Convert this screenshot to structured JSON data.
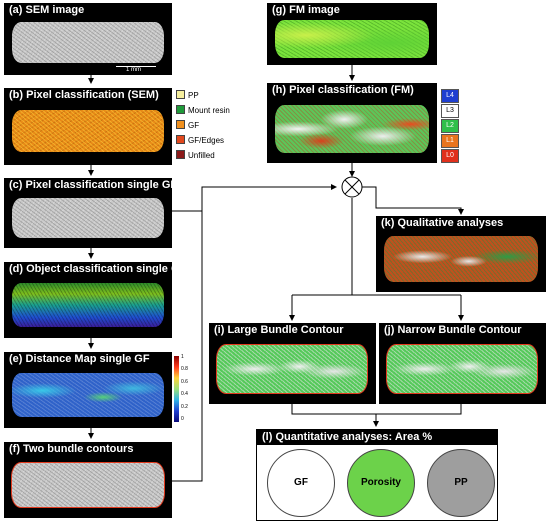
{
  "panels": {
    "a": {
      "title": "(a) SEM image",
      "scale_bar": "1 mm"
    },
    "b": {
      "title": "(b) Pixel classification (SEM)"
    },
    "c": {
      "title": "(c) Pixel classification single GF"
    },
    "d": {
      "title": "(d) Object classification single GF"
    },
    "e": {
      "title": "(e) Distance Map single GF"
    },
    "f": {
      "title": "(f) Two bundle contours"
    },
    "g": {
      "title": "(g) FM image"
    },
    "h": {
      "title": "(h) Pixel classification (FM)"
    },
    "k": {
      "title": "(k) Qualitative analyses"
    },
    "i": {
      "title": "(i) Large Bundle Contour"
    },
    "j": {
      "title": "(j) Narrow Bundle Contour"
    },
    "l": {
      "title": "(l) Quantitative analyses: Area %"
    }
  },
  "legend_sem": [
    {
      "label": "PP",
      "color": "#f6ef9e"
    },
    {
      "label": "Mount resin",
      "color": "#1f9a3a"
    },
    {
      "label": "GF",
      "color": "#f0901e"
    },
    {
      "label": "GF/Edges",
      "color": "#e2481d"
    },
    {
      "label": "Unfilled",
      "color": "#8c1a1a"
    }
  ],
  "legend_fm": [
    {
      "label": "L4",
      "color": "#1f3fd0"
    },
    {
      "label": "L3",
      "color": "#ffffff"
    },
    {
      "label": "L2",
      "color": "#2fbf4a"
    },
    {
      "label": "L1",
      "color": "#e8741e"
    },
    {
      "label": "L0",
      "color": "#e0301c"
    }
  ],
  "colorbar_ticks": [
    "1",
    "0.8",
    "0.6",
    "0.4",
    "0.2",
    "0"
  ],
  "circles": [
    {
      "label": "GF",
      "color": "#ffffff"
    },
    {
      "label": "Porosity",
      "color": "#6cd24a"
    },
    {
      "label": "PP",
      "color": "#9e9e9e"
    }
  ]
}
